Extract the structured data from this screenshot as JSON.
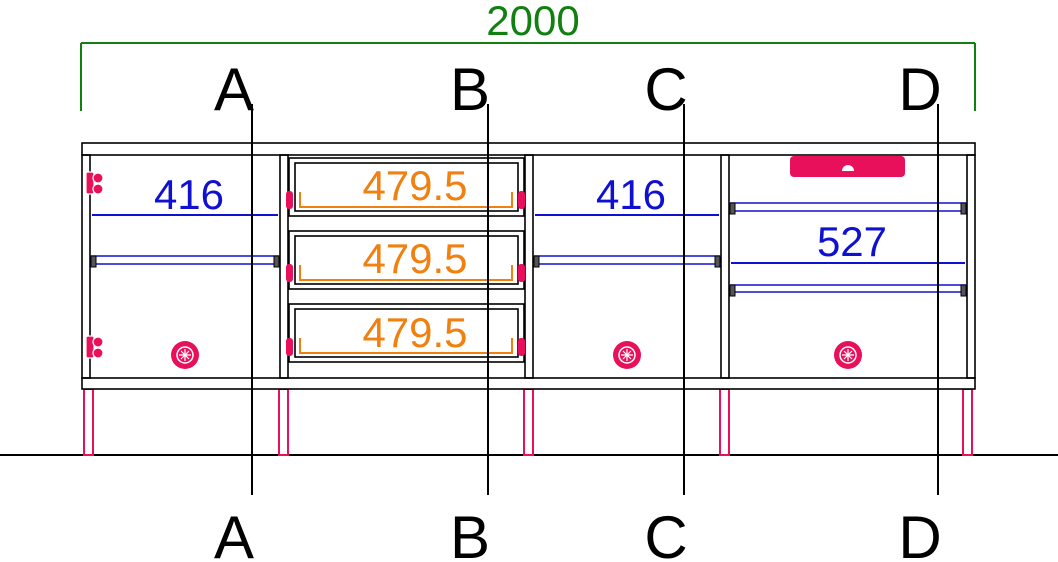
{
  "overall_width": {
    "label": "2000",
    "color": "#118011"
  },
  "section_labels": {
    "top": [
      "A",
      "B",
      "C",
      "D"
    ],
    "bottom": [
      "A",
      "B",
      "C",
      "D"
    ]
  },
  "shelf_dimensions": {
    "left": "416",
    "middle": "416",
    "right": "527",
    "color": "#1010d0"
  },
  "drawer_dimensions": {
    "items": [
      "479.5",
      "479.5",
      "479.5"
    ],
    "color": "#f08010"
  },
  "colors": {
    "outline": "#000000",
    "hardware": "#e8105a"
  }
}
